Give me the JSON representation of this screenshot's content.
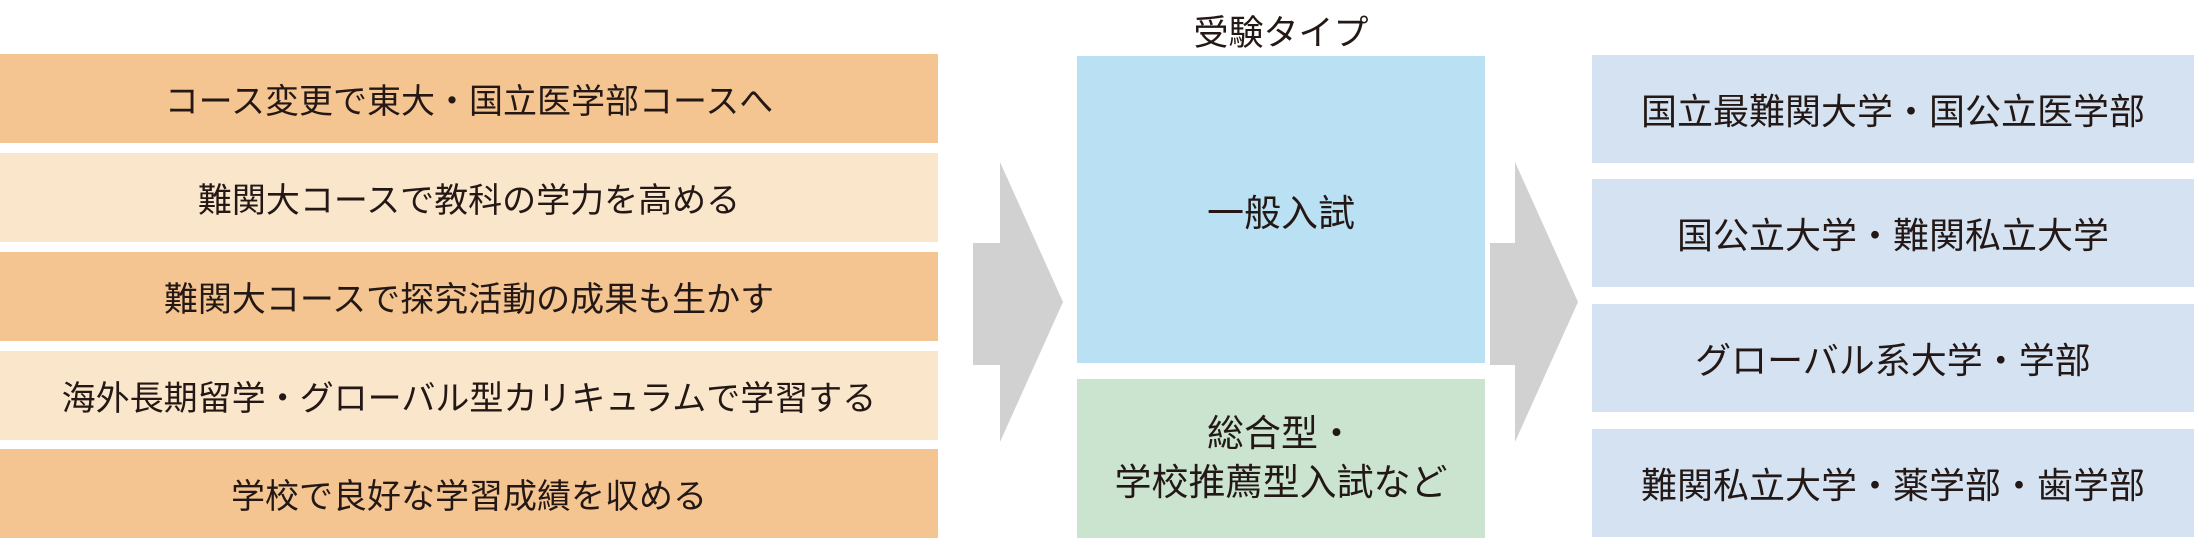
{
  "diagram_title": "受験タイプ",
  "colors": {
    "left_row_dark": "#F4C591",
    "left_row_light": "#FAE6CB",
    "general_exam_box": "#BAE0F4",
    "recommendation_exam_box": "#CBE4D0",
    "right_row_blue": "#D4E2F1",
    "arrow_gray": "#D1D1D1",
    "text": "#231815",
    "background": "#FFFFFF"
  },
  "left_column": {
    "items": [
      {
        "label": "コース変更で東大・国立医学部コースへ",
        "tone": "dark"
      },
      {
        "label": "難関大コースで教科の学力を高める",
        "tone": "light"
      },
      {
        "label": "難関大コースで探究活動の成果も生かす",
        "tone": "dark"
      },
      {
        "label": "海外長期留学・グローバル型カリキュラムで学習する",
        "tone": "light"
      },
      {
        "label": "学校で良好な学習成績を収める",
        "tone": "dark"
      }
    ]
  },
  "exam_types": {
    "heading": "受験タイプ",
    "general": {
      "label": "一般入試"
    },
    "recommendation": {
      "line1": "総合型・",
      "line2": "学校推薦型入試など"
    }
  },
  "right_column": {
    "items": [
      {
        "label": "国立最難関大学・国公立医学部"
      },
      {
        "label": "国公立大学・難関私立大学"
      },
      {
        "label": "グローバル系大学・学部"
      },
      {
        "label": "難関私立大学・薬学部・歯学部"
      }
    ]
  },
  "icons": {
    "flow_arrow": "right-block-arrow"
  }
}
